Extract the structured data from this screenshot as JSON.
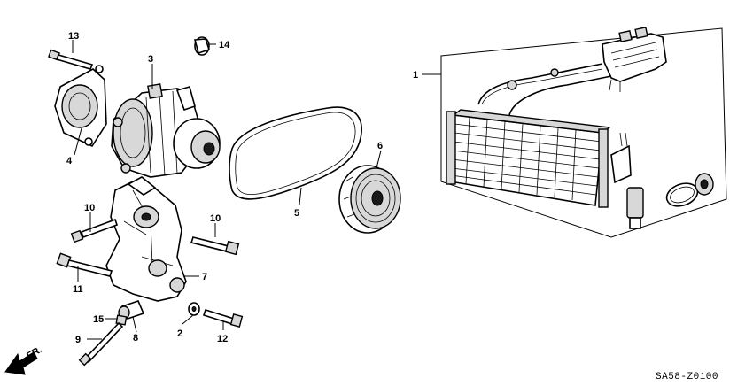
{
  "diagram": {
    "callouts": [
      {
        "id": "c1",
        "label": "1"
      },
      {
        "id": "c2",
        "label": "2"
      },
      {
        "id": "c3",
        "label": "3"
      },
      {
        "id": "c4",
        "label": "4"
      },
      {
        "id": "c5",
        "label": "5"
      },
      {
        "id": "c6",
        "label": "6"
      },
      {
        "id": "c7",
        "label": "7"
      },
      {
        "id": "c8",
        "label": "8"
      },
      {
        "id": "c9",
        "label": "9"
      },
      {
        "id": "c10a",
        "label": "10"
      },
      {
        "id": "c10b",
        "label": "10"
      },
      {
        "id": "c11",
        "label": "11"
      },
      {
        "id": "c12",
        "label": "12"
      },
      {
        "id": "c13",
        "label": "13"
      },
      {
        "id": "c14",
        "label": "14"
      },
      {
        "id": "c15",
        "label": "15"
      }
    ],
    "direction_label": "FR.",
    "diagram_code": "SA58-Z0100"
  }
}
